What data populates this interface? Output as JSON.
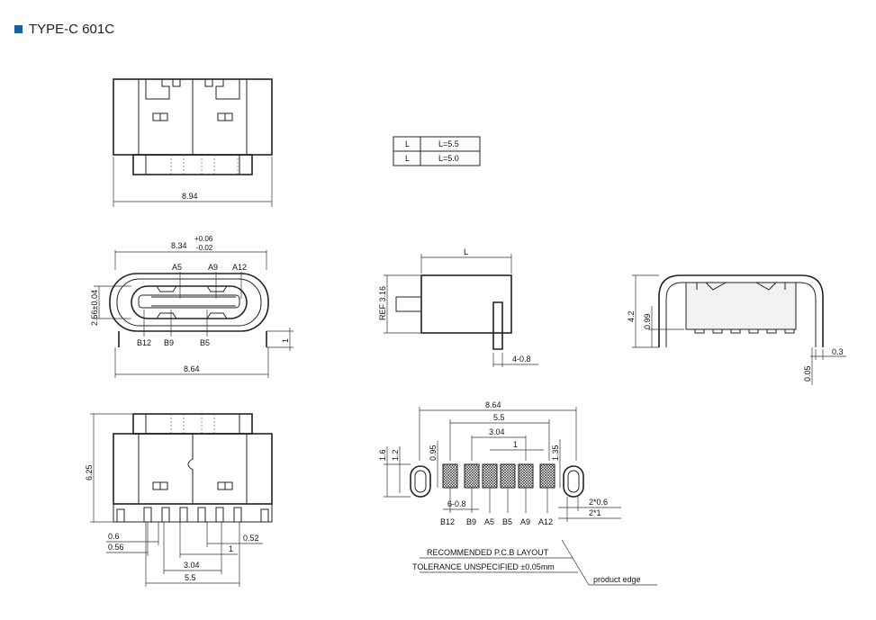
{
  "header": {
    "title": "TYPE-C 601C",
    "bullet_color": "#1b5f9e"
  },
  "table": {
    "rows": [
      {
        "col1": "L",
        "col2": "L=5.5"
      },
      {
        "col1": "L",
        "col2": "L=5.0"
      }
    ]
  },
  "top_view": {
    "width": "8.94"
  },
  "front_view": {
    "width_top_base": "8.34",
    "width_top_tol_plus": "+0.06",
    "width_top_tol_minus": "-0.02",
    "height": "2.56±0.04",
    "pin_height": "1",
    "width_bottom": "8.64",
    "top_pins": [
      "A5",
      "A9",
      "A12"
    ],
    "bottom_pins": [
      "B12",
      "B9",
      "B5"
    ]
  },
  "side_view": {
    "length": "L",
    "ref": "REF 3.16",
    "leg": "4-0.8"
  },
  "end_view": {
    "h1": "4.2",
    "h2": "0.99",
    "t1": "0.3",
    "t2": "0.05"
  },
  "bottom_view": {
    "height": "6.25",
    "d1": "0.6",
    "d2": "0.56",
    "d3": "0.52",
    "d4": "1",
    "d5": "3.04",
    "d6": "5.5"
  },
  "pcb": {
    "w1": "8.64",
    "w2": "5.5",
    "w3": "3.04",
    "w4": "1",
    "h1": "1.6",
    "h2": "1.2",
    "h3": "0.95",
    "h4": "1.35",
    "pad": "6-0.8",
    "slot1": "2*0.6",
    "slot2": "2*1",
    "pins": [
      "B12",
      "B9",
      "A5",
      "B5",
      "A9",
      "A12"
    ],
    "caption": "RECOMMENDED  P.C.B LAYOUT",
    "tolerance": "TOLERANCE UNSPECIFIED ±0.05mm",
    "edge": "product edge"
  }
}
